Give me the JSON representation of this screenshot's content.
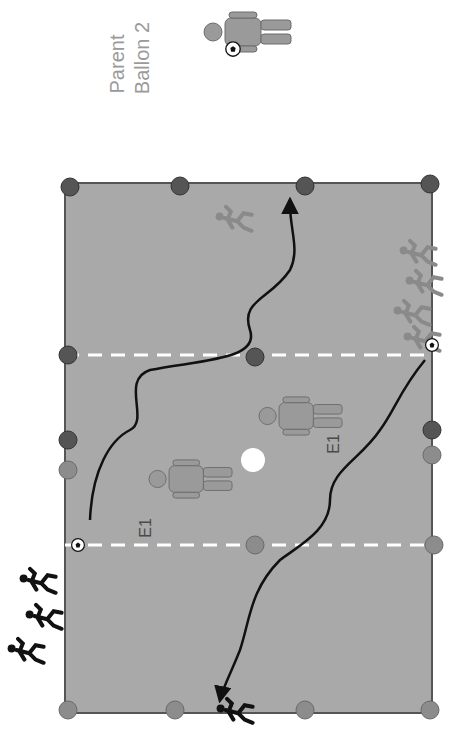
{
  "diagram": {
    "labels": [
      "E1",
      "E1"
    ],
    "legend": [
      {
        "text": "Parent"
      },
      {
        "text": "Ballon 2"
      }
    ]
  }
}
